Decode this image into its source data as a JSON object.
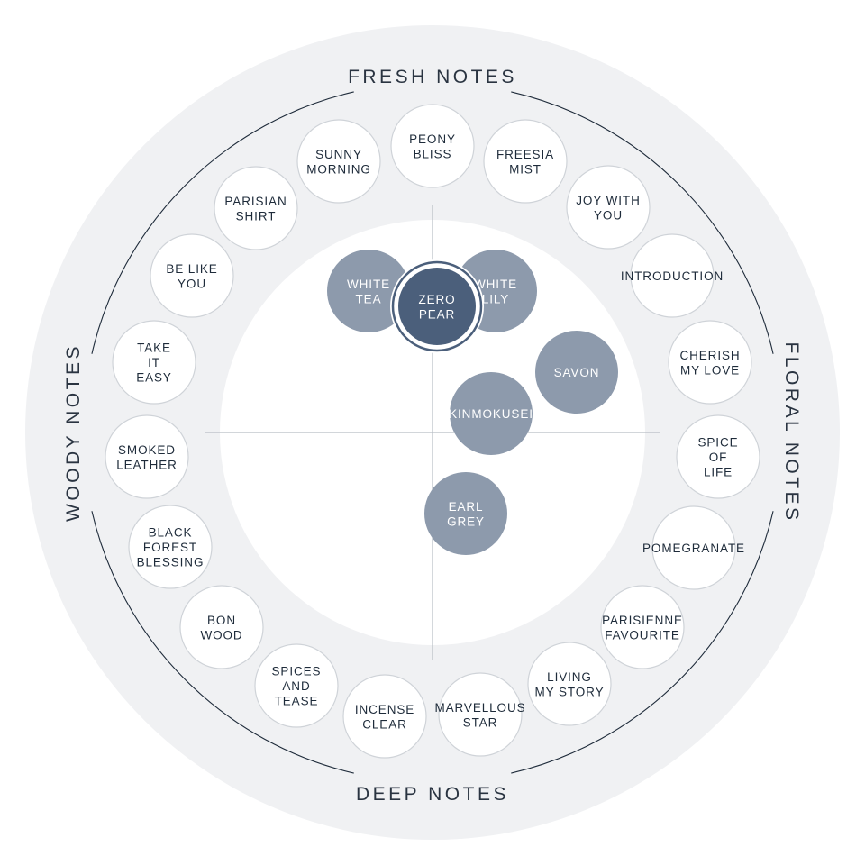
{
  "sections": {
    "top": "FRESH NOTES",
    "right": "FLORAL NOTES",
    "bottom": "DEEP NOTES",
    "left": "WOODY NOTES"
  },
  "ring_items": [
    {
      "id": "peony-bliss",
      "lines": [
        "PEONY",
        "BLISS"
      ]
    },
    {
      "id": "freesia-mist",
      "lines": [
        "FREESIA",
        "MIST"
      ]
    },
    {
      "id": "joy-with-you",
      "lines": [
        "JOY WITH",
        "YOU"
      ]
    },
    {
      "id": "introduction",
      "lines": [
        "INTRODUCTION"
      ]
    },
    {
      "id": "cherish-my-love",
      "lines": [
        "CHERISH",
        "MY LOVE"
      ]
    },
    {
      "id": "spice-of-life",
      "lines": [
        "SPICE",
        "OF",
        "LIFE"
      ]
    },
    {
      "id": "pomegranate",
      "lines": [
        "POMEGRANATE"
      ]
    },
    {
      "id": "parisienne-favourite",
      "lines": [
        "PARISIENNE",
        "FAVOURITE"
      ]
    },
    {
      "id": "living-my-story",
      "lines": [
        "LIVING",
        "MY STORY"
      ]
    },
    {
      "id": "marvellous-star",
      "lines": [
        "MARVELLOUS",
        "STAR"
      ]
    },
    {
      "id": "incense-clear",
      "lines": [
        "INCENSE",
        "CLEAR"
      ]
    },
    {
      "id": "spices-and-tease",
      "lines": [
        "SPICES",
        "AND",
        "TEASE"
      ]
    },
    {
      "id": "bon-wood",
      "lines": [
        "BON",
        "WOOD"
      ]
    },
    {
      "id": "black-forest-blessing",
      "lines": [
        "BLACK",
        "FOREST",
        "BLESSING"
      ]
    },
    {
      "id": "smoked-leather",
      "lines": [
        "SMOKED",
        "LEATHER"
      ]
    },
    {
      "id": "take-it-easy",
      "lines": [
        "TAKE",
        "IT",
        "EASY"
      ]
    },
    {
      "id": "be-like-you",
      "lines": [
        "BE LIKE",
        "YOU"
      ]
    },
    {
      "id": "parisian-shirt",
      "lines": [
        "PARISIAN",
        "SHIRT"
      ]
    },
    {
      "id": "sunny-morning",
      "lines": [
        "SUNNY",
        "MORNING"
      ]
    }
  ],
  "inner_items": [
    {
      "id": "white-tea",
      "lines": [
        "WHITE",
        "TEA"
      ],
      "selected": false
    },
    {
      "id": "white-lily",
      "lines": [
        "WHITE",
        "LILY"
      ],
      "selected": false
    },
    {
      "id": "savon",
      "lines": [
        "SAVON"
      ],
      "selected": false
    },
    {
      "id": "kinmokusei",
      "lines": [
        "KINMOKUSEI"
      ],
      "selected": false
    },
    {
      "id": "earl-grey",
      "lines": [
        "EARL",
        "GREY"
      ],
      "selected": false
    },
    {
      "id": "zero-pear",
      "lines": [
        "ZERO",
        "PEAR"
      ],
      "selected": true
    }
  ],
  "colors": {
    "outer_disc": "#f0f1f3",
    "ring_line": "#1e2b3a",
    "ring_circle_stroke": "#cfd3d8",
    "inner_bubble": "#8d9aac",
    "selected_bubble": "#4b5f7b",
    "axis": "#b8bdc4"
  }
}
